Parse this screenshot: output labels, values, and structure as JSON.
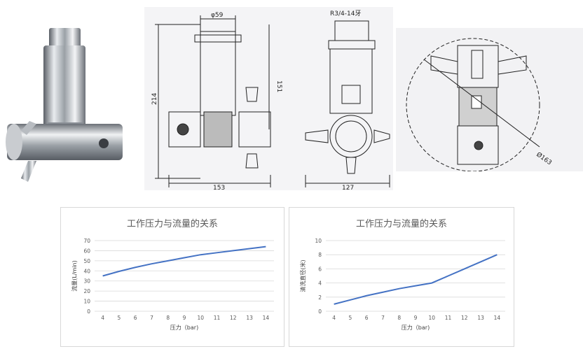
{
  "drawing": {
    "dim_top_diameter": "φ59",
    "dim_thread": "R3/4-14牙",
    "dim_height_total": "214",
    "dim_height_body": "151",
    "dim_width_front": "153",
    "dim_width_side": "127",
    "dim_sweep_diameter": "Ø163"
  },
  "colors": {
    "line": "#4472c4",
    "grid": "#d9d9d9",
    "text": "#595959"
  },
  "chart_data": [
    {
      "type": "line",
      "title": "工作压力与流量的关系",
      "xlabel": "压力（bar)",
      "ylabel": "流量(L/min)",
      "categories": [
        "4",
        "5",
        "6",
        "7",
        "8",
        "9",
        "10",
        "11",
        "12",
        "13",
        "14"
      ],
      "yticks": [
        "0",
        "10",
        "20",
        "30",
        "40",
        "50",
        "60",
        "70"
      ],
      "ylim": [
        0,
        70
      ],
      "grid": true,
      "series": [
        {
          "values": [
            35,
            39.5,
            43.5,
            47,
            50,
            53,
            56,
            58,
            60,
            62,
            64
          ]
        }
      ]
    },
    {
      "type": "line",
      "title": "工作压力与流量的关系",
      "xlabel": "压力（bar)",
      "ylabel": "清洗直径(米)",
      "categories": [
        "4",
        "5",
        "6",
        "7",
        "8",
        "9",
        "10",
        "11",
        "12",
        "13",
        "14"
      ],
      "yticks": [
        "0",
        "2",
        "4",
        "6",
        "8",
        "10"
      ],
      "ylim": [
        0,
        10
      ],
      "grid": true,
      "series": [
        {
          "values": [
            1,
            1.6,
            2.2,
            2.7,
            3.2,
            3.6,
            4,
            5,
            6,
            7,
            8
          ]
        }
      ]
    }
  ]
}
